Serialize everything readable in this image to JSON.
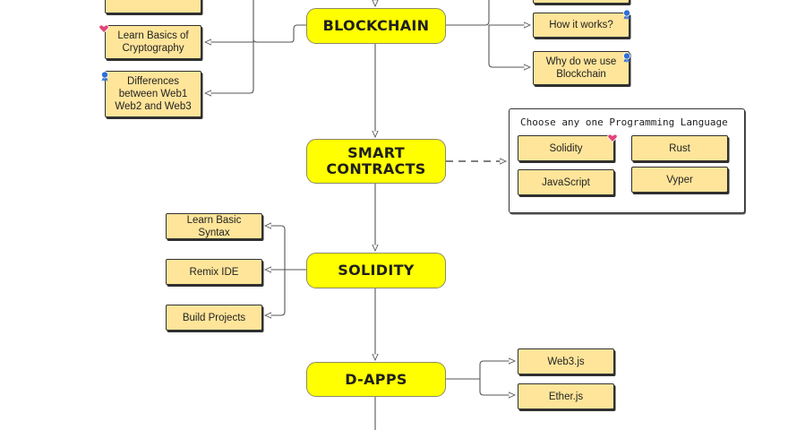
{
  "main_nodes": {
    "blockchain": "BLOCKCHAIN",
    "smart_contracts": "SMART\nCONTRACTS",
    "solidity": "SOLIDITY",
    "dapps": "D-APPS"
  },
  "blockchain_left": {
    "crypto_basics": "Learn Basics of Cryptography",
    "web_differences": "Differences between Web1 Web2 and Web3"
  },
  "blockchain_right": {
    "how_it_works": "How it works?",
    "why_use": "Why do we use Blockchain"
  },
  "language_panel": {
    "title": "Choose any one Programming Language",
    "options": [
      "Solidity",
      "Rust",
      "JavaScript",
      "Vyper"
    ]
  },
  "solidity_topics": [
    "Learn Basic Syntax",
    "Remix IDE",
    "Build Projects"
  ],
  "dapp_libraries": [
    "Web3.js",
    "Ether.js"
  ],
  "colors": {
    "main_fill": "#ffff00",
    "sub_fill": "#ffe59a",
    "heart_badge": "#e0457b",
    "ribbon_badge": "#2f6fd6"
  }
}
